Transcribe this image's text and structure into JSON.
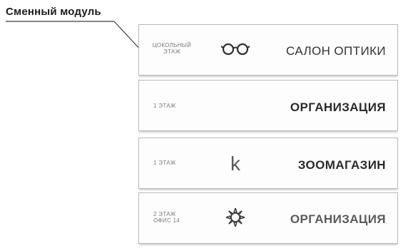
{
  "callout": {
    "label": "Сменный модуль"
  },
  "panels": [
    {
      "floor": "цокольный этаж",
      "icon": "glasses-icon",
      "name": "САЛОН ОПТИКИ"
    },
    {
      "floor": "1 ЭТАЖ",
      "icon": "",
      "name": "ОРГАНИЗАЦИЯ"
    },
    {
      "floor": "1 ЭТАЖ",
      "icon": "letter-k-icon",
      "icon_text": "k",
      "name": "ЗООМАГАЗИН"
    },
    {
      "floor": "2 ЭТАЖ",
      "floor2": "ОФИС 14",
      "icon": "sun-icon",
      "name": "ОРГАНИЗАЦИЯ"
    }
  ]
}
